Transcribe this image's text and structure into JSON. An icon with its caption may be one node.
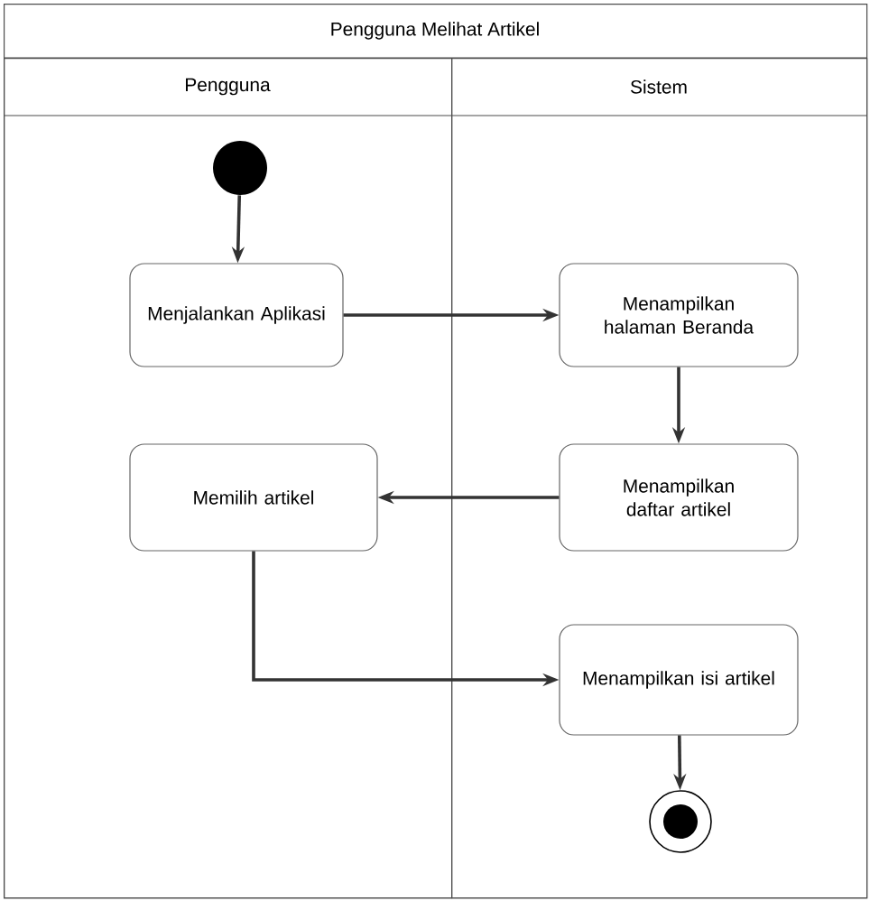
{
  "diagram": {
    "nodes": [
      {
        "text": [
          "Pengguna Melihat Artikel"
        ]
      },
      {
        "text": [
          "Pengguna"
        ],
        "in": 0
      },
      {
        "text": [
          "Sistem"
        ],
        "in": 0
      },
      {
        "text": [],
        "shape": "circle",
        "in": 1
      },
      {
        "text": [
          "Menjalankan Aplikasi"
        ],
        "in": 1
      },
      {
        "text": [
          "Menampilkan halaman Beranda"
        ],
        "in": 2
      },
      {
        "text": [
          "Memilih artikel"
        ],
        "in": 1
      },
      {
        "text": [
          "Menampilkan daftar artikel"
        ],
        "in": 2
      },
      {
        "text": [
          "Menampilkan isi artikel"
        ],
        "in": 2
      },
      {
        "text": [],
        "shape": "circle",
        "in": 2
      }
    ],
    "edges": [
      {
        "from": 3,
        "to": 4,
        "arrow": "to"
      },
      {
        "from": 4,
        "to": 5,
        "arrow": "to"
      },
      {
        "from": 5,
        "to": 7,
        "arrow": "to"
      },
      {
        "from": 7,
        "to": 6,
        "arrow": "to"
      },
      {
        "from": 6,
        "to": 8,
        "arrow": "to"
      },
      {
        "from": 8,
        "to": 9,
        "arrow": "to"
      }
    ]
  }
}
